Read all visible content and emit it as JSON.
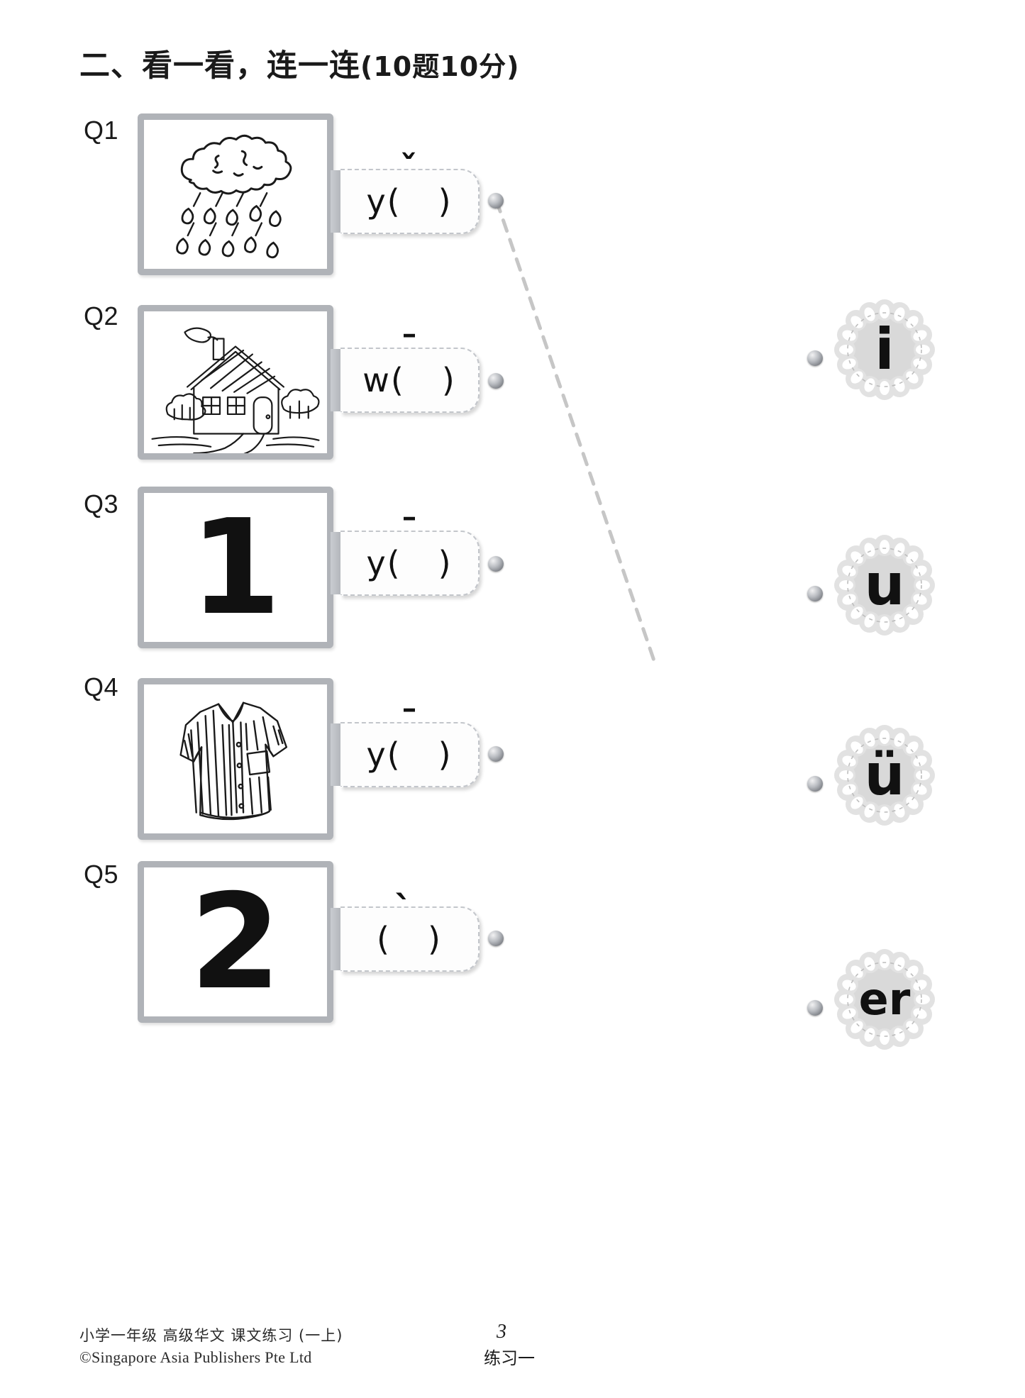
{
  "title": {
    "text": "二、看一看，连一连",
    "marks": "(10题10分)"
  },
  "questions": [
    {
      "label": "Q1",
      "picture": "rain-cloud-illustration",
      "answer": {
        "prefix": "y(",
        "suffix": ")",
        "tone": "ˇ",
        "tone_name": "third-tone-caron"
      }
    },
    {
      "label": "Q2",
      "picture": "house-illustration",
      "answer": {
        "prefix": "w(",
        "suffix": ")",
        "tone": "ˉ",
        "tone_name": "first-tone-macron"
      }
    },
    {
      "label": "Q3",
      "picture": "numeral-one",
      "numeral": "1",
      "answer": {
        "prefix": "y(",
        "suffix": ")",
        "tone": "ˉ",
        "tone_name": "first-tone-macron"
      }
    },
    {
      "label": "Q4",
      "picture": "shirt-illustration",
      "answer": {
        "prefix": "y(",
        "suffix": ")",
        "tone": "ˉ",
        "tone_name": "first-tone-macron"
      }
    },
    {
      "label": "Q5",
      "picture": "numeral-two",
      "numeral": "2",
      "answer": {
        "prefix": "(",
        "suffix": ")",
        "tone": "ˋ",
        "tone_name": "fourth-tone-grave"
      }
    }
  ],
  "tokens": [
    {
      "letter": "i"
    },
    {
      "letter": "u"
    },
    {
      "letter": "ü"
    },
    {
      "letter": "er"
    }
  ],
  "footer": {
    "line1": "小学一年级 高级华文 课文练习 (一上)",
    "line2": "©Singapore Asia Publishers Pte Ltd",
    "page_number": "3",
    "exercise_label": "练习一"
  },
  "colors": {
    "frame_gray": "#b0b3b8",
    "tag_gray": "#c3c6cb",
    "doily_gray": "#d8d8d8",
    "ink": "#111111"
  }
}
